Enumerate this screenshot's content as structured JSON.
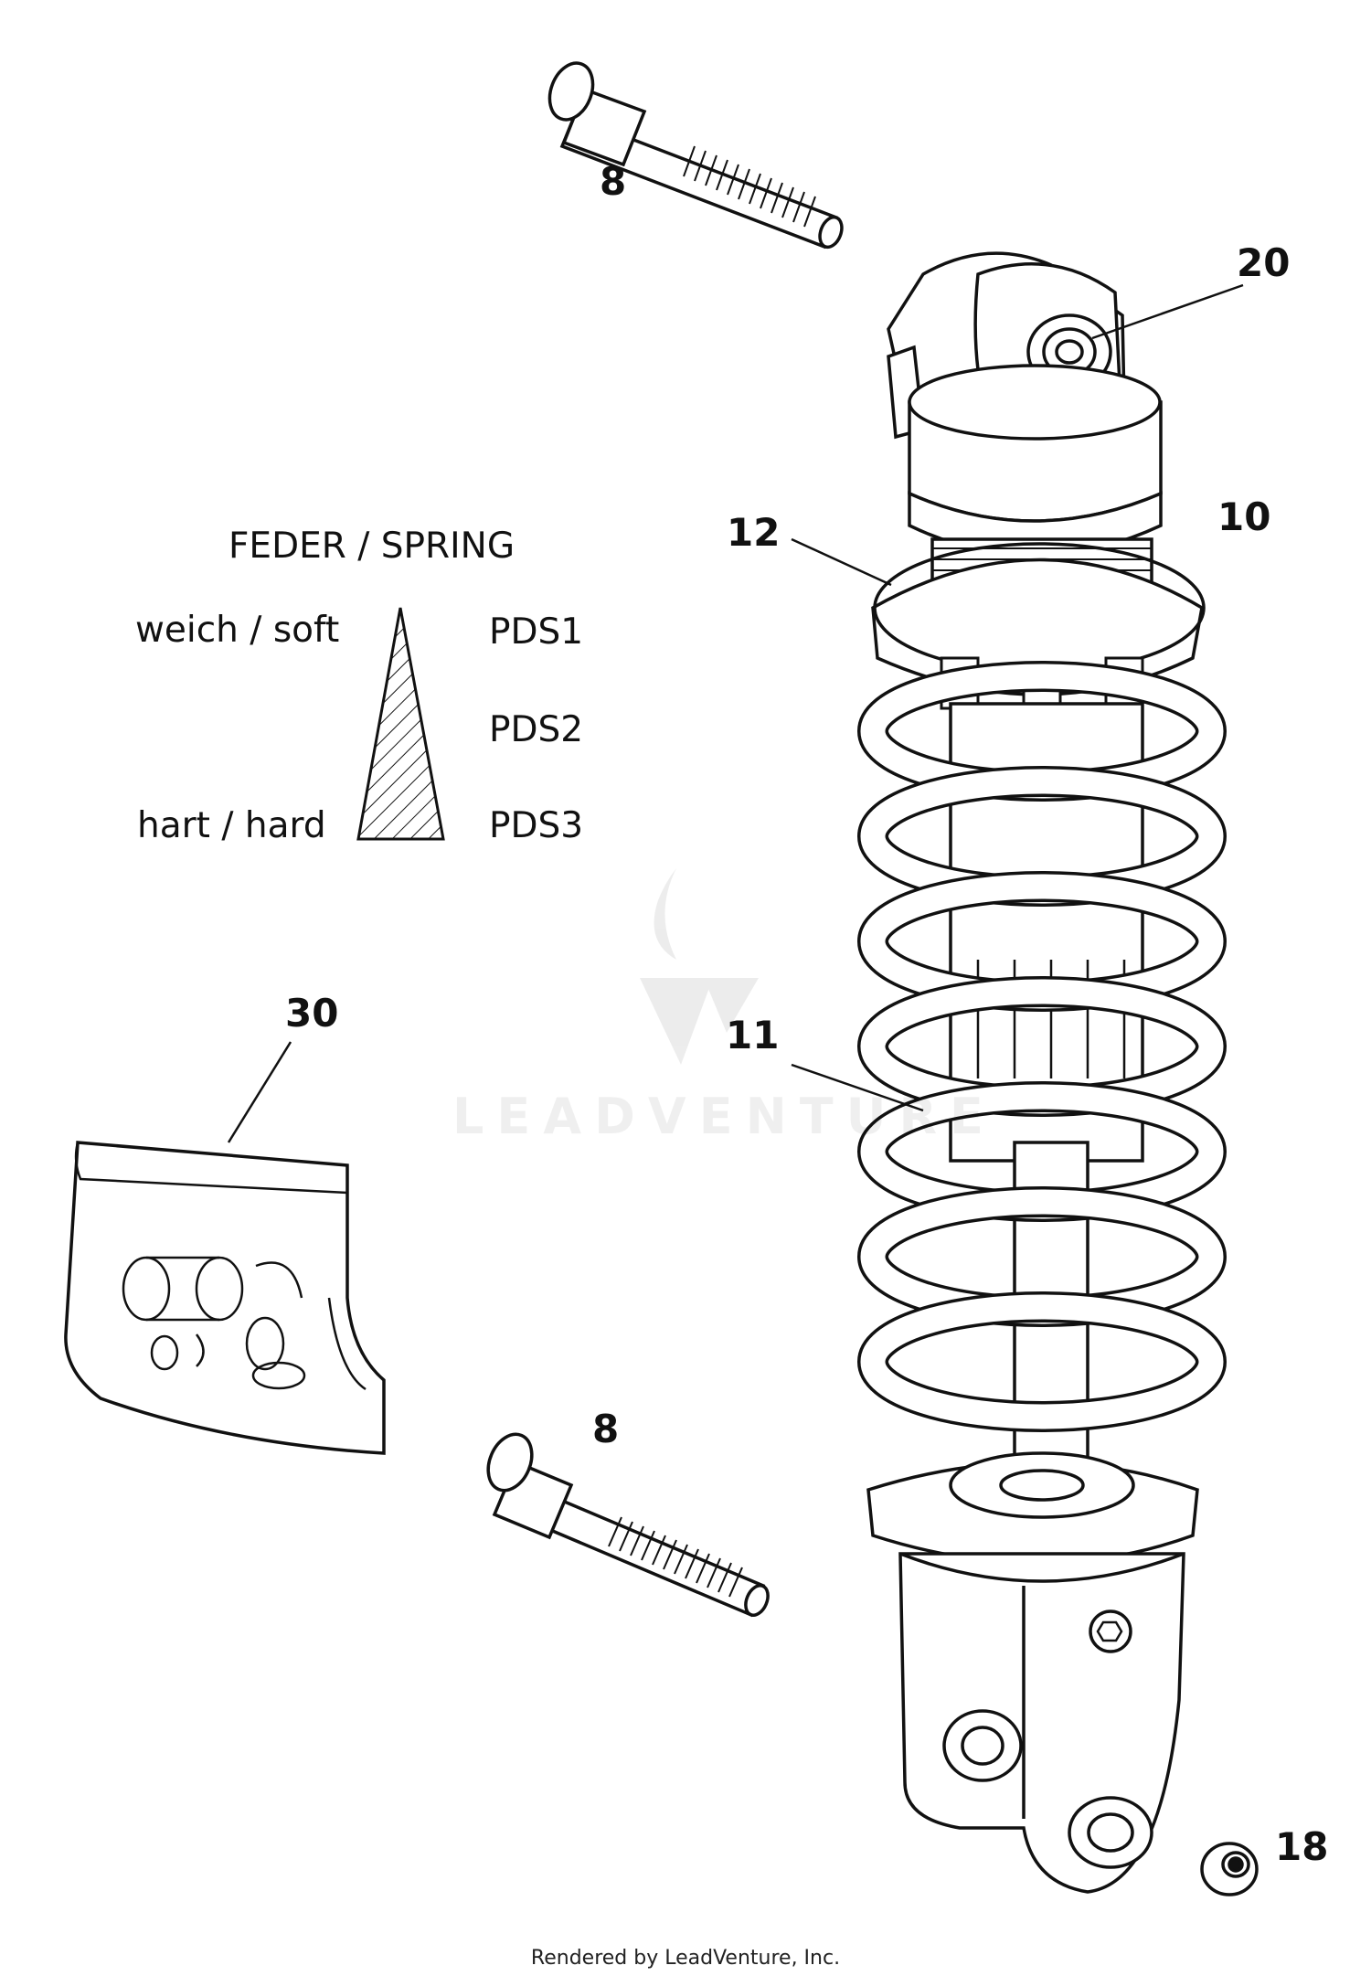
{
  "callouts": {
    "bolt_top": "8",
    "bolt_bottom": "8",
    "eye_bushing": "20",
    "shock_absorber": "10",
    "adjuster_ring": "12",
    "spring": "11",
    "repair_kit": "30",
    "cap": "18"
  },
  "legend": {
    "title": "FEDER / SPRING",
    "soft_label": "weich / soft",
    "hard_label": "hart / hard",
    "grades": [
      "PDS1",
      "PDS2",
      "PDS3"
    ]
  },
  "watermark": "LEADVENTURE",
  "footer": "Rendered by LeadVenture, Inc."
}
